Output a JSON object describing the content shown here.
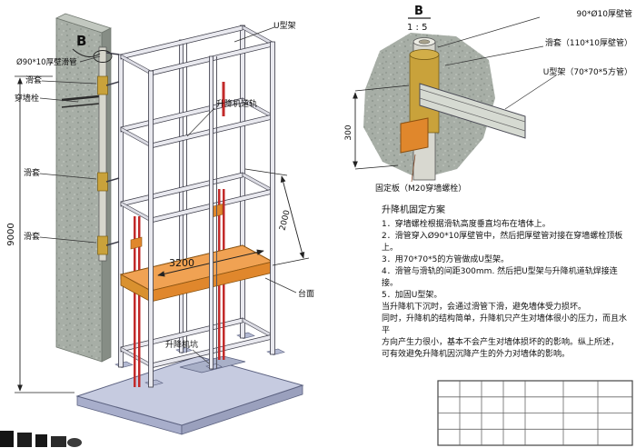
{
  "page": {
    "background": "#ffffff"
  },
  "main": {
    "detail_marker": "B",
    "labels": {
      "u_frame": "U型架",
      "slide_tube": "Ø90*10厚壁滑管",
      "sleeve_top": "滑套",
      "wall_bolt": "穿墙栓",
      "guide_rail": "升降机道轨",
      "sleeve_mid": "滑套",
      "sleeve_low": "滑套",
      "platform_surface": "台面",
      "lift_pit": "升降机坑"
    },
    "dims": {
      "total_height": "9000",
      "platform_width": "3200",
      "rail_span": "2000"
    }
  },
  "detail": {
    "marker": "B",
    "scale": "1 : 5",
    "labels": {
      "thick_tube": "90*Ø10厚壁管",
      "sleeve": "滑套（110*10厚壁管）",
      "u_frame": "U型架（70*70*5方管）",
      "anchor": "固定板（M20穿墙螺栓）"
    },
    "dim_offset": "300"
  },
  "notes": {
    "title": "升降机固定方案",
    "lines": [
      "1．穿墙螺栓根据滑轨高度垂直均布在墙体上。",
      "2．滑管穿入Ø90*10厚壁管中，然后把厚壁管对接在穿墙螺栓顶板上。",
      "3．用70*70*5的方管做成U型架。",
      "4．滑管与滑轨的间距300mm. 然后把U型架与升降机道轨焊接连接。",
      "5．加固U型架。",
      "当升降机下沉时，会通过滑管下滑，避免墙体受力损坏。",
      "同时，升降机的结构简单，升降机只产生对墙体很小的压力，而且水平",
      "方向产生力很小，基本不会产生对墙体损坏的的影响。纵上所述，",
      "可有效避免升降机因沉降产生的外力对墙体的影响。"
    ]
  },
  "colors": {
    "wall_concrete": "#a7aea6",
    "platform_orange": "#f0a253",
    "base_slab": "#c6cbe0",
    "rail_red": "#c22a2a",
    "bracket_orange": "#e0872c",
    "sleeve_yellow": "#c9a23b"
  }
}
